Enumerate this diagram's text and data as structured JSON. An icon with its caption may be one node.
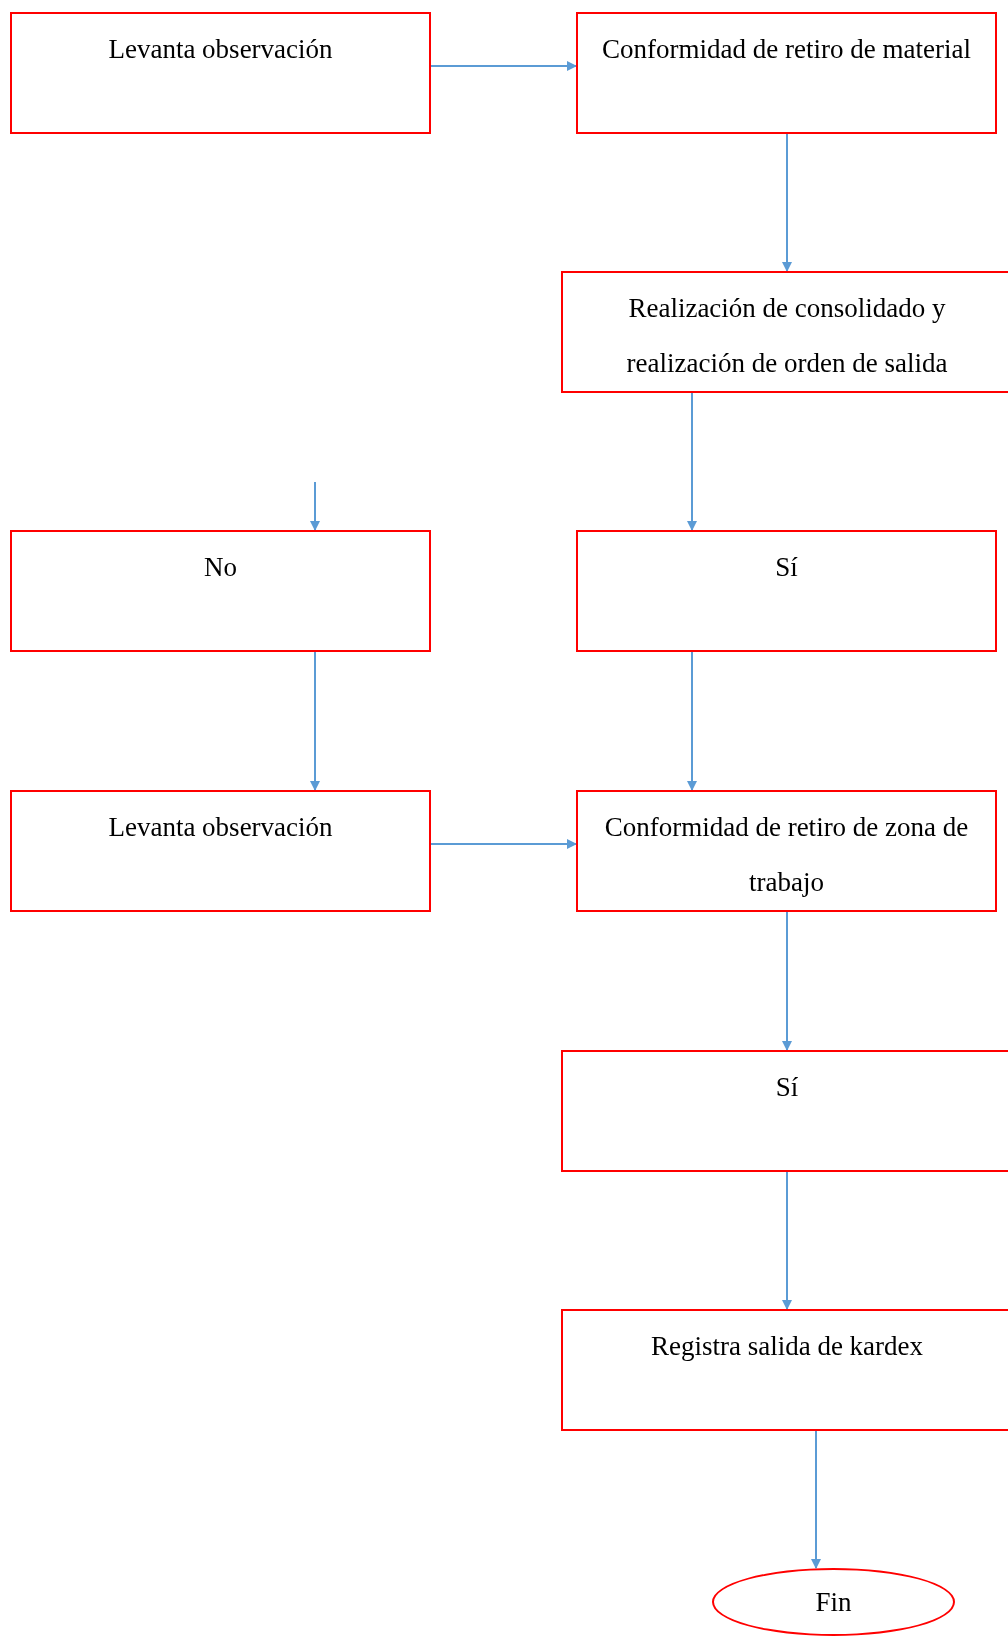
{
  "diagram": {
    "nodes": [
      {
        "text": [
          "Levanta observación"
        ]
      },
      {
        "text": [
          "Conformidad de retiro de material"
        ]
      },
      {
        "text": [
          "Realización de consolidado y realización de orden de salida"
        ]
      },
      {
        "text": [
          "No"
        ]
      },
      {
        "text": [
          "Sí"
        ]
      },
      {
        "text": [
          "Levanta observación"
        ]
      },
      {
        "text": [
          "Conformidad de retiro de zona de trabajo"
        ]
      },
      {
        "text": [
          "Sí"
        ]
      },
      {
        "text": [
          "Registra salida de kardex"
        ]
      },
      {
        "text": [
          "Fin"
        ]
      }
    ],
    "edges": [
      {
        "from": 0,
        "to": 1,
        "arrow": "to"
      },
      {
        "from": 1,
        "to": 2,
        "arrow": "to"
      },
      {
        "from": null,
        "to": 3,
        "arrow": "to"
      },
      {
        "from": 2,
        "to": 4,
        "arrow": "to"
      },
      {
        "from": 3,
        "to": 5,
        "arrow": "to"
      },
      {
        "from": 4,
        "to": 6,
        "arrow": "to"
      },
      {
        "from": 5,
        "to": 6,
        "arrow": "to"
      },
      {
        "from": 6,
        "to": 7,
        "arrow": "to"
      },
      {
        "from": 7,
        "to": 8,
        "arrow": "to"
      },
      {
        "from": 8,
        "to": 9,
        "arrow": "to"
      }
    ]
  }
}
